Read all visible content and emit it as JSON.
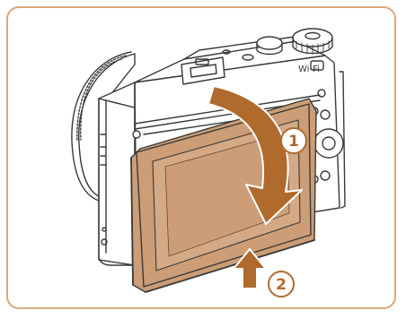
{
  "illustration": {
    "subject": "camera-with-tilting-rear-screen",
    "wifi_label": "Wi-Fi",
    "step_labels": [
      "1",
      "2"
    ],
    "colors": {
      "border": "#d9a97a",
      "screen_fill": "#cc9d76",
      "arrow_fill": "#b06a2c",
      "line": "#3a3a3a",
      "camera_fill": "#ffffff"
    }
  }
}
